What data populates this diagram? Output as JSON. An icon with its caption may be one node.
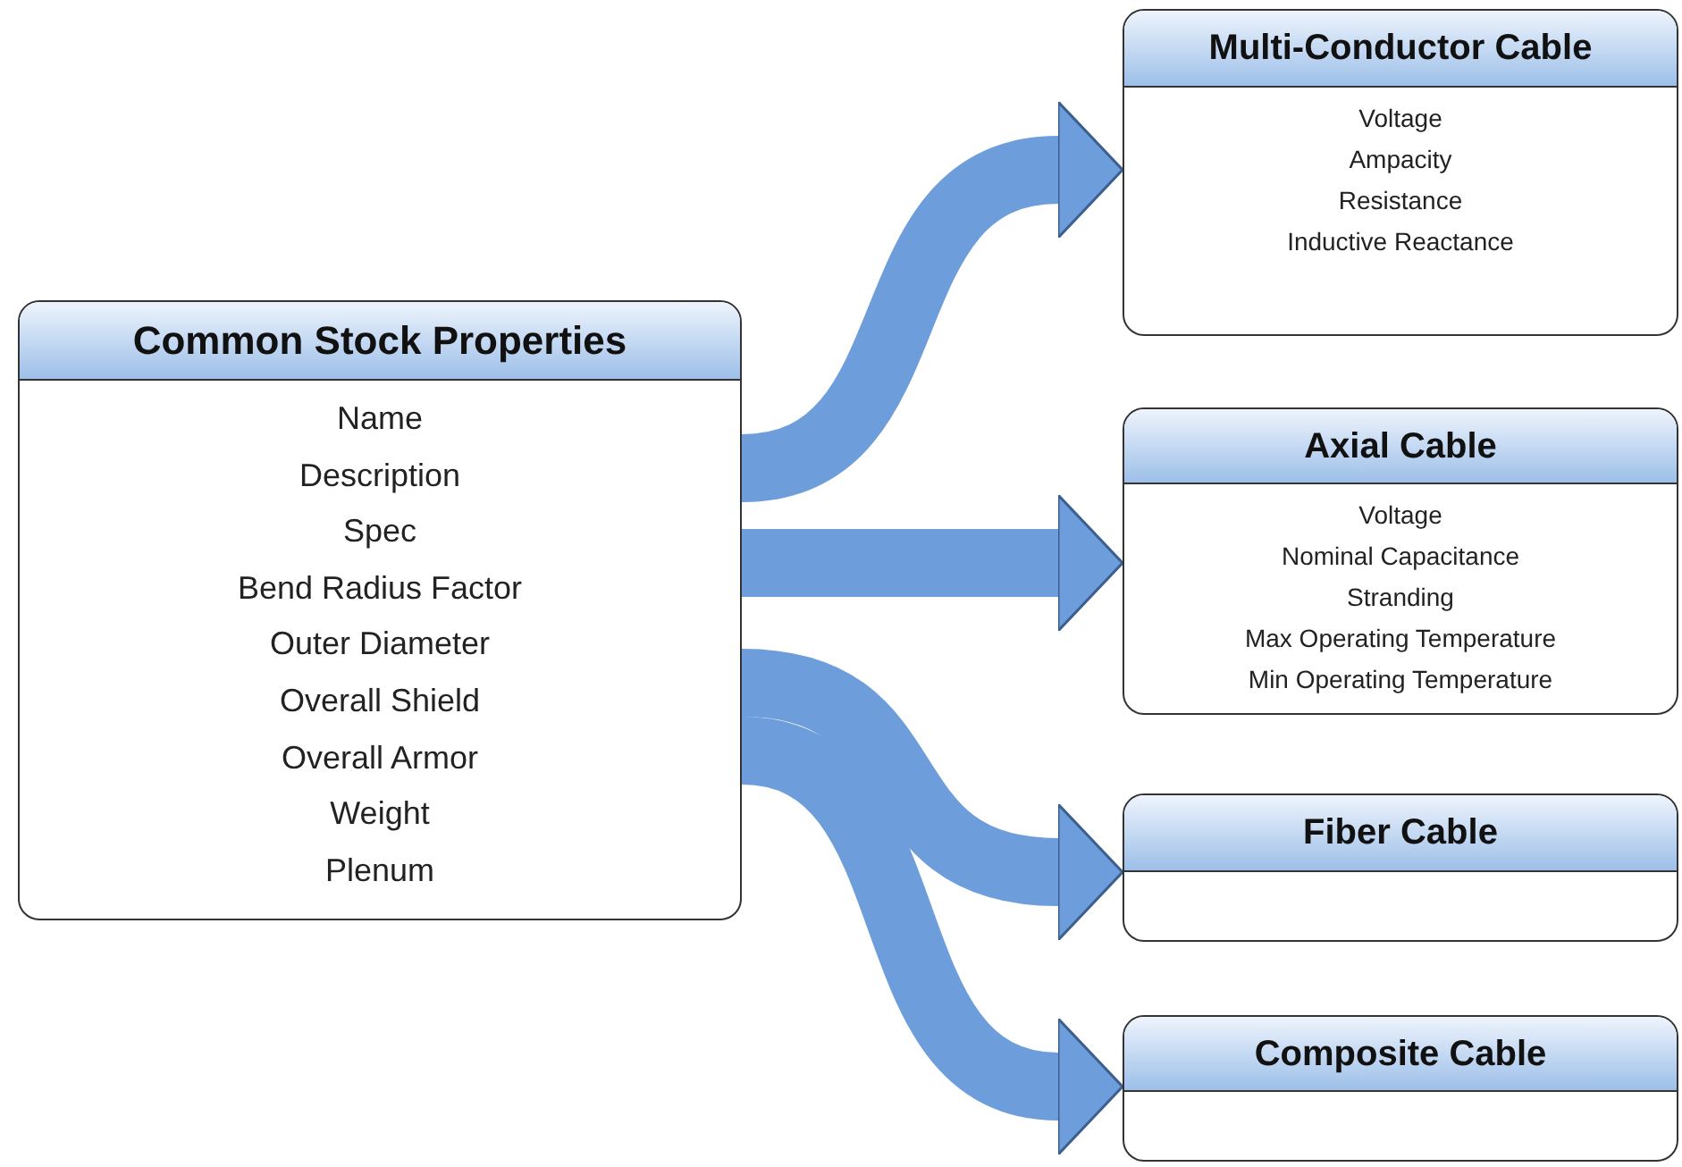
{
  "diagram": {
    "nodes": [
      {
        "text": [
          "Common Stock Properties",
          "Name",
          "Description",
          "Spec",
          "Bend Radius Factor",
          "Outer Diameter",
          "Overall Shield",
          "Overall Armor",
          "Weight",
          "Plenum"
        ]
      },
      {
        "text": [
          "Multi-Conductor Cable",
          "Voltage",
          "Ampacity",
          "Resistance",
          "Inductive Reactance"
        ]
      },
      {
        "text": [
          "Axial Cable",
          "Voltage",
          "Nominal Capacitance",
          "Stranding",
          "Max Operating Temperature",
          "Min Operating Temperature"
        ]
      },
      {
        "text": [
          "Fiber Cable"
        ]
      },
      {
        "text": [
          "Composite Cable"
        ]
      }
    ],
    "edges": [
      {
        "from": 0,
        "to": 1,
        "arrow": "to"
      },
      {
        "from": 0,
        "to": 2,
        "arrow": "to"
      },
      {
        "from": 0,
        "to": 3,
        "arrow": "to"
      },
      {
        "from": 0,
        "to": 4,
        "arrow": "to"
      }
    ]
  }
}
